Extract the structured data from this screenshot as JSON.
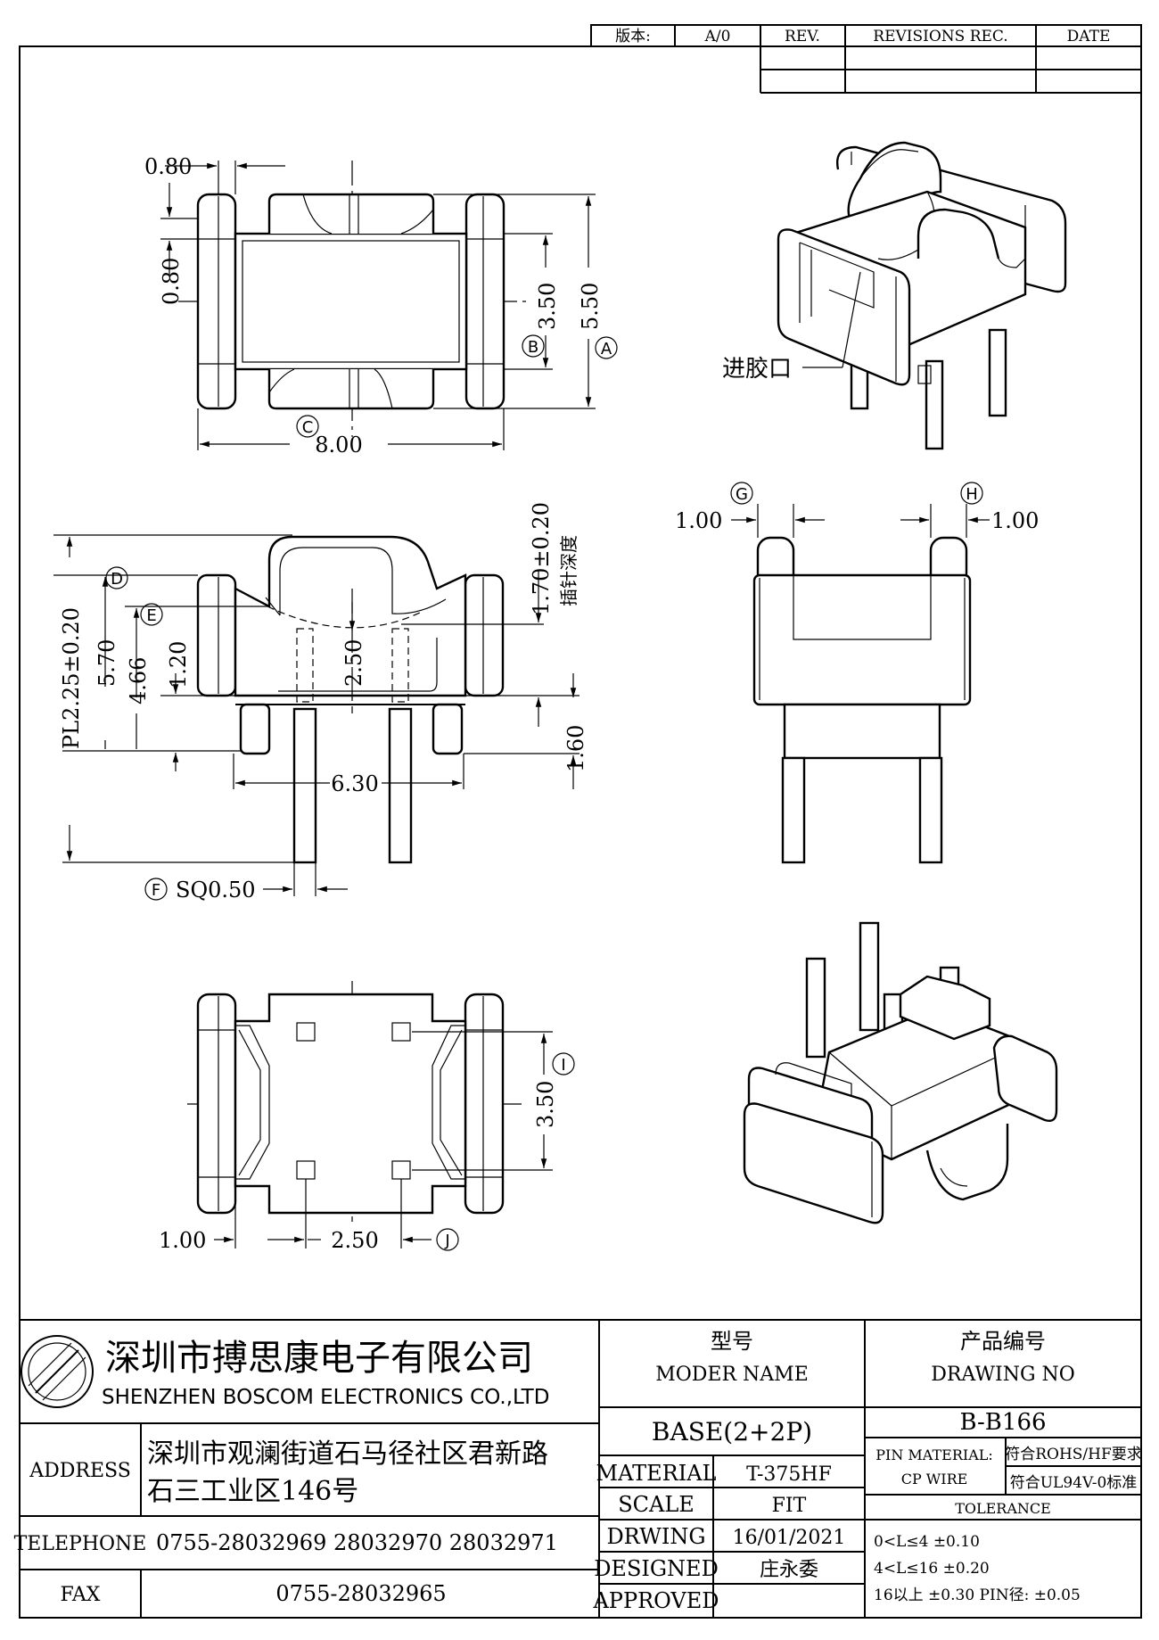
{
  "revision_header": {
    "version_label": "版本:",
    "version_value": "A/0",
    "rev_label": "REV.",
    "revisions_label": "REVISIONS REC.",
    "date_label": "DATE"
  },
  "dimensions": {
    "top_width": "0.80",
    "top_side": "0.80",
    "top_b": "3.50",
    "top_a": "5.50",
    "top_overall": "8.00",
    "front_pl": "PL2.25±0.20",
    "front_h1": "5.70",
    "front_h2": "4.66",
    "front_h3": "1.20",
    "front_depth": "1.70±0.20",
    "front_depth_note": "插针深度",
    "front_2_50": "2.50",
    "front_1_60": "1.60",
    "front_6_30": "6.30",
    "front_sq": "SQ0.50",
    "side_g": "1.00",
    "side_h": "1.00",
    "bottom_3_50": "3.50",
    "bottom_1_00": "1.00",
    "bottom_2_50": "2.50"
  },
  "callouts": {
    "A": "A",
    "B": "B",
    "C": "C",
    "D": "D",
    "E": "E",
    "F": "F",
    "G": "G",
    "H": "H",
    "I": "I",
    "J": "J",
    "gate_note": "进胶口"
  },
  "title_block": {
    "company_cn": "深圳市搏思康电子有限公司",
    "company_en": "SHENZHEN BOSCOM ELECTRONICS CO.,LTD",
    "model_label_cn": "型号",
    "model_label_en": "MODER NAME",
    "drawing_label_cn": "产品编号",
    "drawing_label_en": "DRAWING NO",
    "address_label": "ADDRESS",
    "address_line1": "深圳市观澜街道石马径社区君新路",
    "address_line2": "石三工业区146号",
    "model_value": "BASE(2+2P)",
    "drawing_value": "B-B166",
    "material_label": "MATERIAL",
    "material_value": "T-375HF",
    "pin_material_label": "PIN MATERIAL:",
    "cp_wire_label": "CP WIRE",
    "rohs_note": "符合ROHS/HF要求",
    "ul_note": "符合UL94V-0标准",
    "scale_label": "SCALE",
    "scale_value": "FIT",
    "tolerance_label": "TOLERANCE",
    "telephone_label": "TELEPHONE",
    "telephone_value": "0755-28032969 28032970 28032971",
    "drwing_label": "DRWING",
    "drwing_value": "16/01/2021",
    "tol_1": "0<L≤4  ±0.10",
    "tol_2": "4<L≤16 ±0.20",
    "tol_3": "16以上   ±0.30  PIN径: ±0.05",
    "fax_label": "FAX",
    "fax_value": "0755-28032965",
    "designed_label": "DESIGNED",
    "designed_value": "庄永委",
    "approved_label": "APPROVED"
  }
}
